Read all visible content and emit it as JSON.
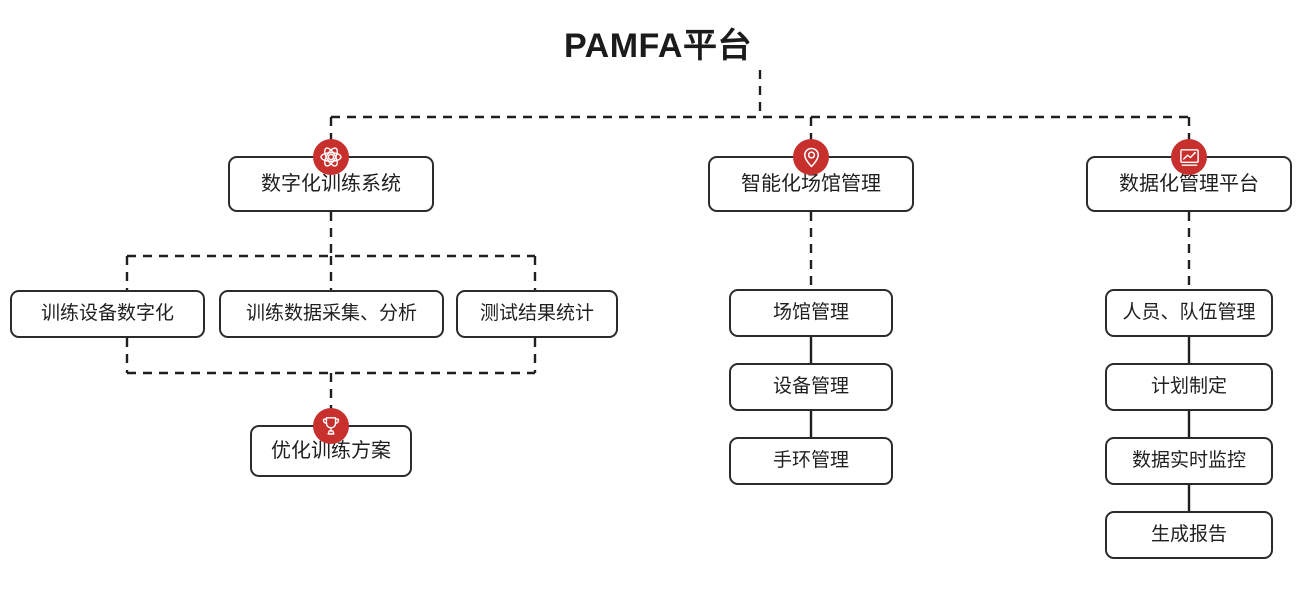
{
  "title": "PAMFA平台",
  "theme": {
    "accent": "#C8302E",
    "border": "#2b2b2b",
    "text": "#1f1f1f",
    "background": "#ffffff"
  },
  "branches": [
    {
      "label": "数字化训练系统",
      "icon": "atom-icon",
      "children": [
        {
          "label": "训练设备数字化"
        },
        {
          "label": "训练数据采集、分析"
        },
        {
          "label": "测试结果统计"
        }
      ],
      "outcome": {
        "label": "优化训练方案",
        "icon": "trophy-icon"
      }
    },
    {
      "label": "智能化场馆管理",
      "icon": "location-pin-icon",
      "children": [
        {
          "label": "场馆管理"
        },
        {
          "label": "设备管理"
        },
        {
          "label": "手环管理"
        }
      ]
    },
    {
      "label": "数据化管理平台",
      "icon": "line-chart-monitor-icon",
      "children": [
        {
          "label": "人员、队伍管理"
        },
        {
          "label": "计划制定"
        },
        {
          "label": "数据实时监控"
        },
        {
          "label": "生成报告"
        }
      ]
    }
  ]
}
